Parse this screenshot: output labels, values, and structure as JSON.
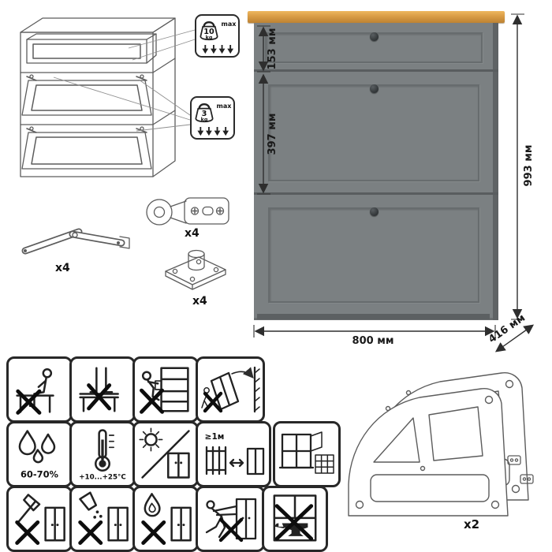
{
  "product": {
    "dimensions": {
      "drawer_height": "153 мм",
      "flap_section_height": "397 мм",
      "total_height": "993 мм",
      "width": "800 мм",
      "depth": "416 мм"
    },
    "colors": {
      "body": "#7b8082",
      "body_shade": "#5f6365",
      "top_board": "#d99c45",
      "knob": "#2a2e30",
      "line_art": "#5c5c5c"
    }
  },
  "load_limits": {
    "drawer": {
      "value": "10",
      "unit": "kg",
      "note": "max"
    },
    "flap": {
      "value": "3",
      "unit": "kg",
      "note": "max"
    }
  },
  "hardware": {
    "stay_qty": "x4",
    "hinge_qty": "x4",
    "foot_qty": "x4",
    "side_panel_qty": "x2"
  },
  "care": {
    "humidity": "60-70%",
    "temperature": "+10...+25°C",
    "heat_distance": "≥1м",
    "pictograms": [
      "no-sitting",
      "no-standing",
      "no-climbing",
      "anchor-to-wall",
      "humidity-range",
      "temperature-range",
      "avoid-direct-sunlight",
      "keep-distance-from-heat",
      "ventilated-room",
      "no-sharp-tools",
      "no-spilling-liquids",
      "no-open-flame",
      "no-pushing-loaded",
      "no-overloading"
    ]
  }
}
